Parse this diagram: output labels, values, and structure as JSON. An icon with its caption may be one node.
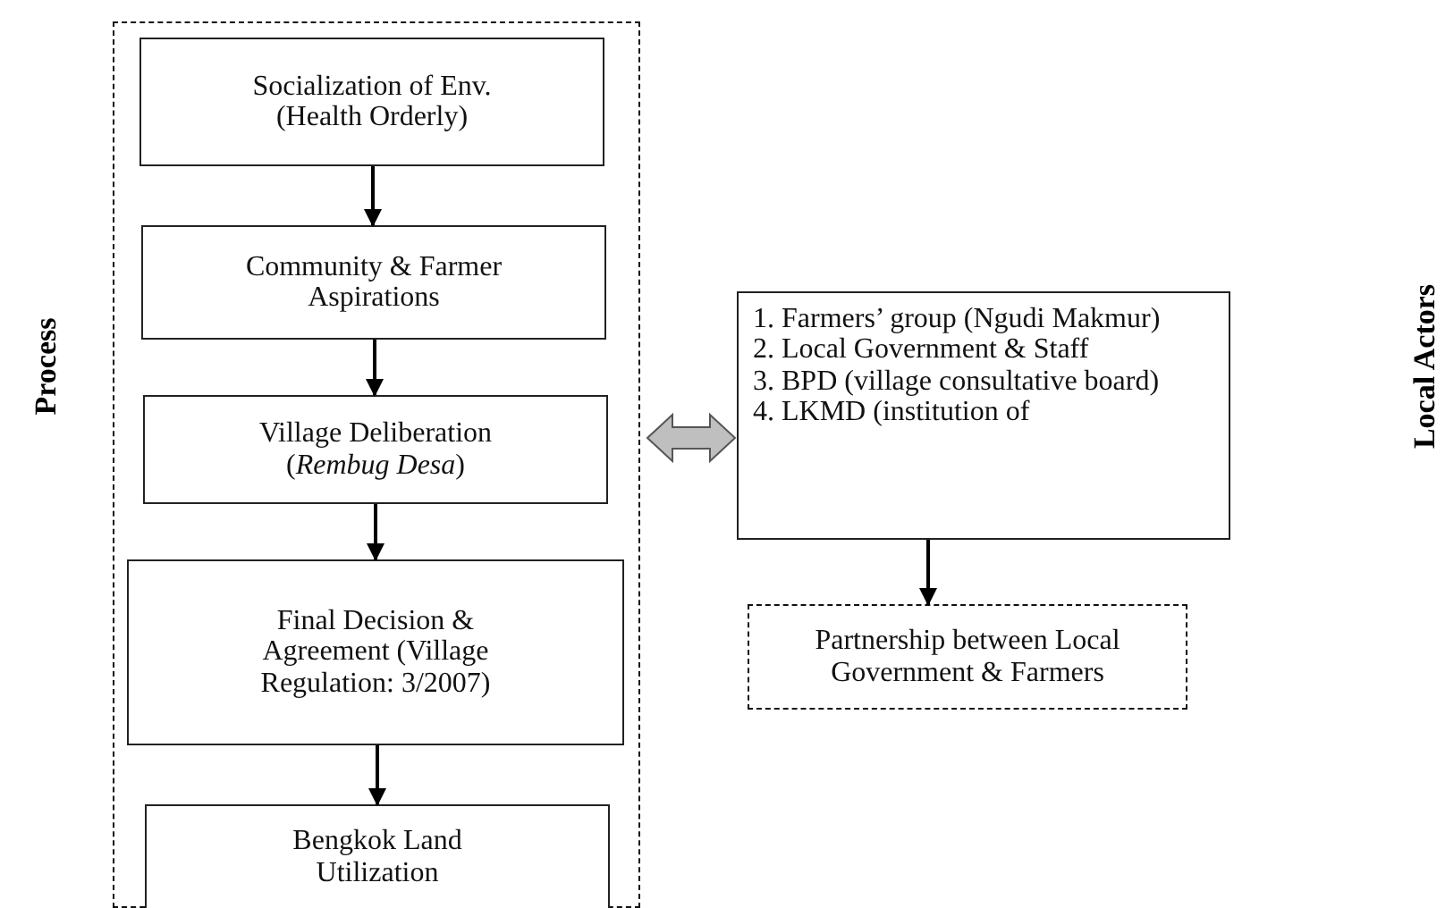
{
  "diagram": {
    "nodes": [
      {
        "text": [],
        "shape": "box"
      },
      {
        "text": [
          "Socialization of Env. (Health Orderly)"
        ],
        "in": 0
      },
      {
        "text": [
          "Community & Farmer Aspirations"
        ],
        "in": 0
      },
      {
        "text": [
          "Village Deliberation (*Rembug Desa*)"
        ],
        "in": 0
      },
      {
        "text": [
          "Final Decision & Agreement (Village Regulation: 3/2007)"
        ],
        "in": 0
      },
      {
        "text": [
          "Bengkok Land Utilization"
        ],
        "in": 0
      },
      {
        "text": [
          "1. Farmers’ group (Ngudi Makmur)",
          "2. Local Government & Staff",
          "3. BPD (village consultative board)",
          "4. LKMD (institution of"
        ]
      },
      {
        "text": [
          "Partnership between Local Government & Farmers"
        ]
      }
    ],
    "edges": [
      {
        "from": 1,
        "to": 2,
        "arrow": "to"
      },
      {
        "from": 2,
        "to": 3,
        "arrow": "to"
      },
      {
        "from": 3,
        "to": 4,
        "arrow": "to"
      },
      {
        "from": 4,
        "to": 5,
        "arrow": "to"
      },
      {
        "from": 0,
        "to": 6,
        "arrow": "both",
        "style": "thick",
        "color": "#bfbfbf"
      },
      {
        "from": 6,
        "to": 7,
        "arrow": "to"
      }
    ],
    "labels": [
      "Process",
      "Local Actors"
    ]
  }
}
